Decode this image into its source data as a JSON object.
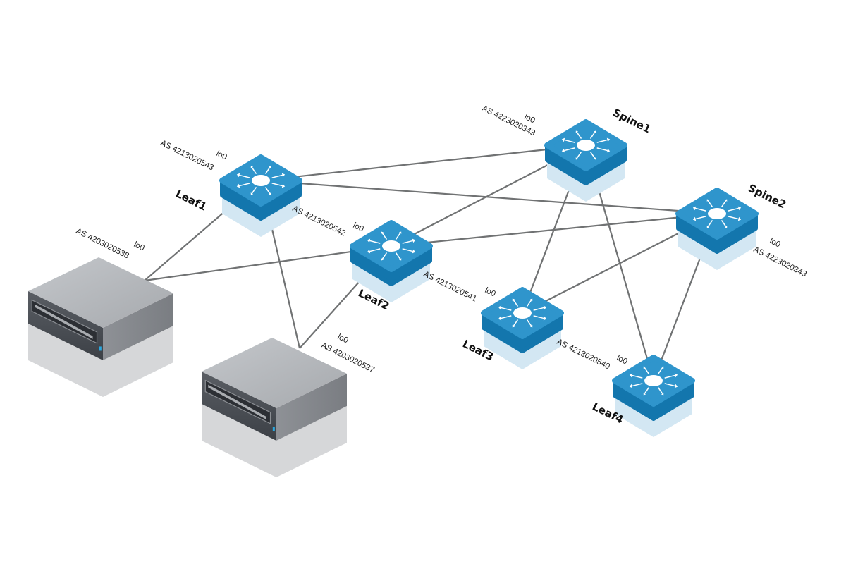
{
  "devices": {
    "spine1": {
      "name": "Spine1",
      "asn": "AS 4223020343",
      "lo": "lo0",
      "icon": "network-switch-icon"
    },
    "spine2": {
      "name": "Spine2",
      "asn": "AS 4223020343",
      "lo": "lo0",
      "icon": "network-switch-icon"
    },
    "leaf1": {
      "name": "Leaf1",
      "asn": "AS 4213020543",
      "lo": "lo0",
      "icon": "network-switch-icon"
    },
    "leaf2": {
      "name": "Leaf2",
      "asn": "AS 4213020542",
      "lo": "lo0",
      "icon": "network-switch-icon"
    },
    "leaf3": {
      "name": "Leaf3",
      "asn": "AS 4213020541",
      "lo": "lo0",
      "icon": "network-switch-icon"
    },
    "leaf4": {
      "name": "Leaf4",
      "asn": "AS 4213020540",
      "lo": "lo0",
      "icon": "network-switch-icon"
    },
    "server1": {
      "asn": "AS 4203020538",
      "lo": "lo0",
      "icon": "rack-server-icon"
    },
    "server2": {
      "asn": "AS 4203020537",
      "lo": "lo0",
      "icon": "rack-server-icon"
    }
  },
  "links": [
    [
      "leaf1",
      "spine1"
    ],
    [
      "leaf1",
      "spine2"
    ],
    [
      "leaf1",
      "server1"
    ],
    [
      "leaf1",
      "server2"
    ],
    [
      "leaf2",
      "spine1"
    ],
    [
      "leaf2",
      "spine2"
    ],
    [
      "leaf2",
      "server1"
    ],
    [
      "leaf2",
      "server2"
    ],
    [
      "leaf3",
      "spine1"
    ],
    [
      "leaf3",
      "spine2"
    ],
    [
      "leaf4",
      "spine1"
    ],
    [
      "leaf4",
      "spine2"
    ]
  ],
  "colors": {
    "switch_top": "#2f95cc",
    "switch_side": "#1376ad",
    "switch_shadow": "#d3e7f3",
    "server_top": "#b8bbbf",
    "server_front": "#4b4f55",
    "server_shadow": "#d6d7d9",
    "link": "#707273"
  }
}
